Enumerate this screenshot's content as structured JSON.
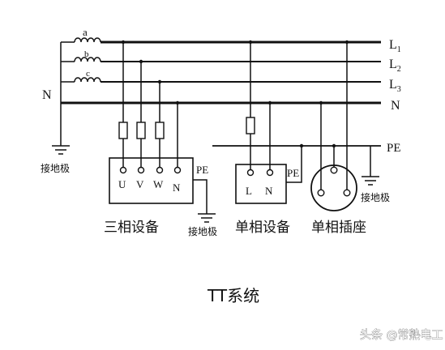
{
  "title": "TT系统",
  "coils": {
    "a": "a",
    "b": "b",
    "c": "c"
  },
  "lines": {
    "L1": "L",
    "L1_sub": "1",
    "L2": "L",
    "L2_sub": "2",
    "L3": "L",
    "L3_sub": "3",
    "N_right": "N",
    "N_left": "N",
    "PE": "PE"
  },
  "three_phase": {
    "label": "三相设备",
    "terminals": [
      "U",
      "V",
      "W",
      "N"
    ],
    "pe": "PE",
    "ground": "接地极"
  },
  "single_phase": {
    "label": "单相设备",
    "terminals": [
      "L",
      "N"
    ],
    "pe": "PE"
  },
  "socket": {
    "label": "单相插座",
    "ground": "接地极"
  },
  "source_ground": "接地极",
  "watermark": "头条 @常熟电工"
}
